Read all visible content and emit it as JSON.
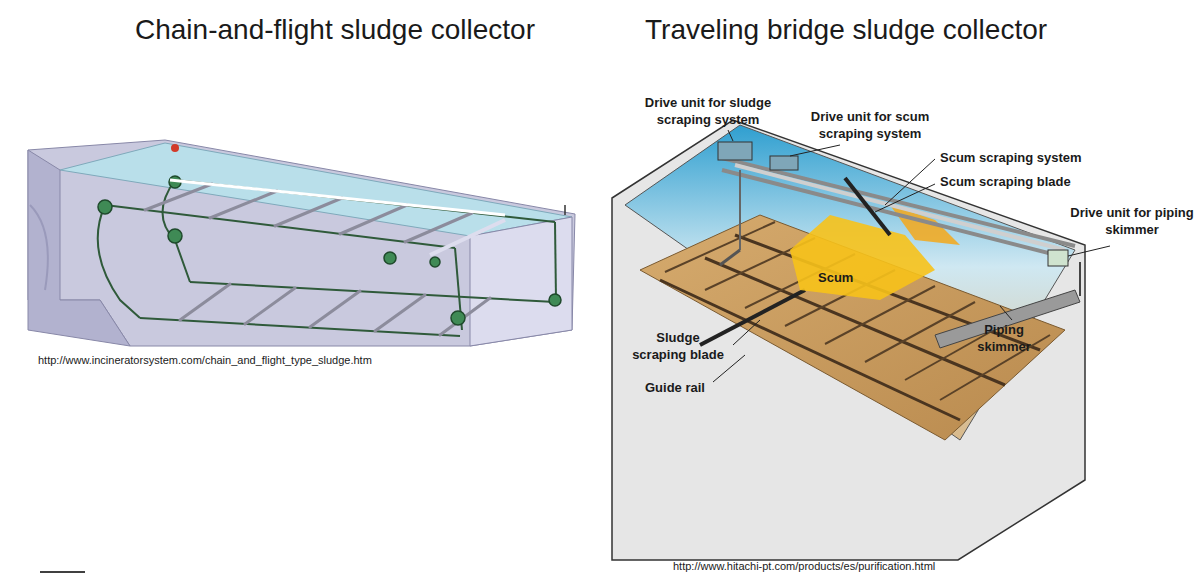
{
  "diagram": {
    "labels": [
      "Chain-and-flight sludge collector",
      "Traveling bridge sludge collector",
      "http://www.incineratorsystem.com/chain_and_flight_type_sludge.htm",
      "Drive unit for sludge scraping system",
      "Drive unit for scum scraping system",
      "Scum scraping system",
      "Scum scraping blade",
      "Drive unit for piping skimmer",
      "Scum",
      "Sludge scraping blade",
      "Guide rail",
      "Piping skimmer",
      "http://www.hitachi-pt.com/products/es/purification.html"
    ]
  }
}
